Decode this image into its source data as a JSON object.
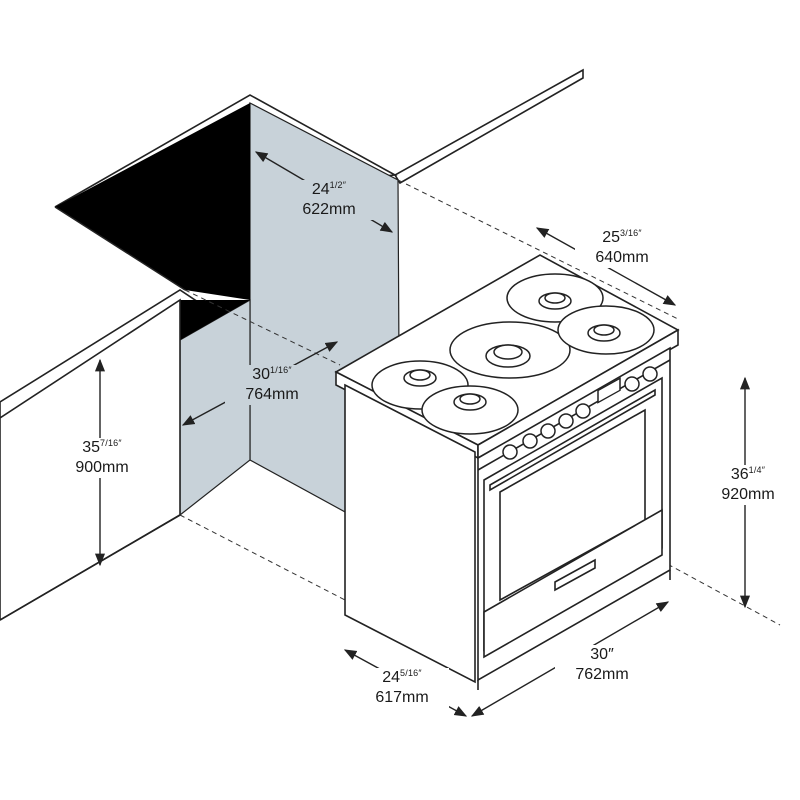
{
  "dimensions": {
    "niche_depth": {
      "inch_whole": "24",
      "inch_frac": "1/2″",
      "mm": "622mm"
    },
    "range_depth_top": {
      "inch_whole": "25",
      "inch_frac": "3/16″",
      "mm": "640mm"
    },
    "niche_width": {
      "inch_whole": "30",
      "inch_frac": "1/16″",
      "mm": "764mm"
    },
    "counter_height": {
      "inch_whole": "35",
      "inch_frac": "7/16″",
      "mm": "900mm"
    },
    "range_height": {
      "inch_whole": "36",
      "inch_frac": "1/4″",
      "mm": "920mm"
    },
    "range_width": {
      "inch_whole": "30″",
      "mm": "762mm"
    },
    "range_depth_body": {
      "inch_whole": "24",
      "inch_frac": "5/16″",
      "mm": "617mm"
    }
  },
  "colors": {
    "line": "#222222",
    "niche_wall": "#c8d2d9",
    "niche_shadow": "#000000"
  },
  "icons": [
    "gas-burner-icon",
    "control-knob-icon",
    "dimension-arrow-icon"
  ]
}
